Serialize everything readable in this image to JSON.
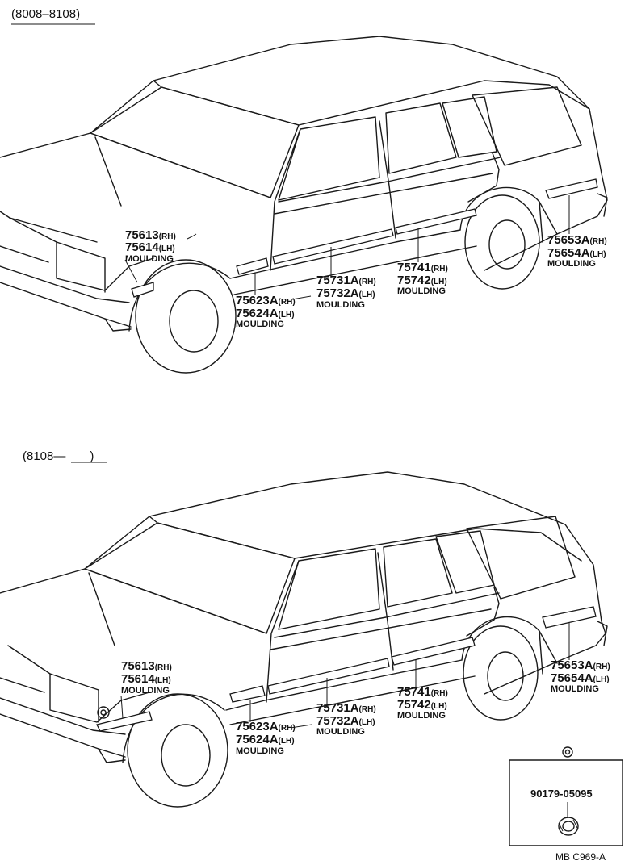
{
  "diagrams": [
    {
      "period": "(8008–8108)",
      "labels": {
        "front_fender": {
          "num_rh": "75613",
          "rh": "(RH)",
          "num_lh": "75614",
          "lh": "(LH)",
          "name": "MOULDING"
        },
        "front_door_fwd": {
          "num_rh": "75623A",
          "rh": "(RH)",
          "num_lh": "75624A",
          "lh": "(LH)",
          "name": "MOULDING"
        },
        "front_door": {
          "num_rh": "75731A",
          "rh": "(RH)",
          "num_lh": "75732A",
          "lh": "(LH)",
          "name": "MOULDING"
        },
        "rear_door": {
          "num_rh": "75741",
          "rh": "(RH)",
          "num_lh": "75742",
          "lh": "(LH)",
          "name": "MOULDING"
        },
        "quarter": {
          "num_rh": "75653A",
          "rh": "(RH)",
          "num_lh": "75654A",
          "lh": "(LH)",
          "name": "MOULDING"
        }
      }
    },
    {
      "period": "(8108—  )",
      "labels": {
        "front_fender": {
          "num_rh": "75613",
          "rh": "(RH)",
          "num_lh": "75614",
          "lh": "(LH)",
          "name": "MOULDING"
        },
        "front_door_fwd": {
          "num_rh": "75623A",
          "rh": "(RH)",
          "num_lh": "75624A",
          "lh": "(LH)",
          "name": "MOULDING"
        },
        "front_door": {
          "num_rh": "75731A",
          "rh": "(RH)",
          "num_lh": "75732A",
          "lh": "(LH)",
          "name": "MOULDING"
        },
        "rear_door": {
          "num_rh": "75741",
          "rh": "(RH)",
          "num_lh": "75742",
          "lh": "(LH)",
          "name": "MOULDING"
        },
        "quarter": {
          "num_rh": "75653A",
          "rh": "(RH)",
          "num_lh": "75654A",
          "lh": "(LH)",
          "name": "MOULDING"
        }
      }
    }
  ],
  "clip_box": {
    "part_number": "90179-05095"
  },
  "footer": {
    "code": "MB  C969-A"
  }
}
